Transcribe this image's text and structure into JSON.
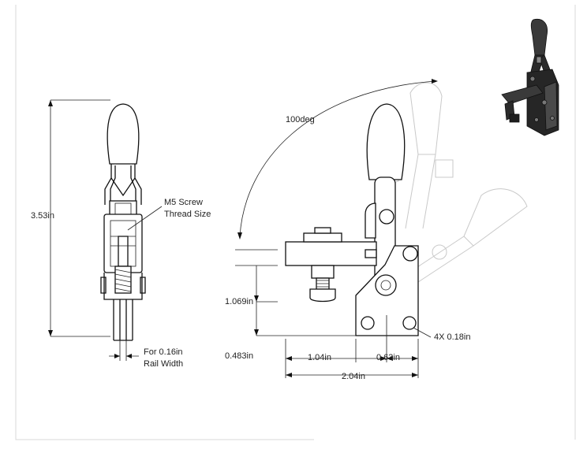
{
  "labels": {
    "height": "3.53in",
    "screw_line1": "M5 Screw",
    "screw_line2": "Thread Size",
    "rail_line1": "For 0.16in",
    "rail_line2": "Rail Width",
    "angle": "100deg",
    "spindle_height": "1.069in",
    "base_height": "0.483in",
    "dim_a": "1.04in",
    "dim_b": "0.63in",
    "dim_total": "2.04in",
    "holes": "4X 0.18in"
  },
  "colors": {
    "line": "#111111",
    "ghost": "#c9c9c9",
    "iso_body": "#2b2b2b"
  }
}
